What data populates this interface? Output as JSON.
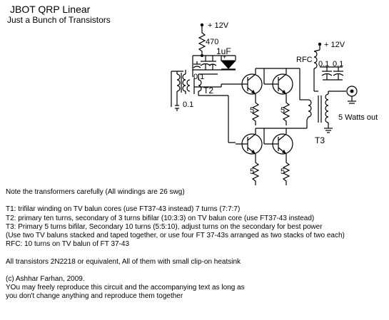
{
  "title": "JBOT QRP Linear",
  "subtitle": "Just a Bunch of Transistors",
  "schematic": {
    "supply_left": "+ 12V",
    "supply_right": "+ 12V",
    "r_supply": "470",
    "cap_1uF": "1uF",
    "label_rfc": "RFC",
    "cap_left_a": "0.1",
    "cap_right_a": "0.1",
    "cap_right_b": "0.1",
    "cap_input": "0.1",
    "label_t2": "T2",
    "label_t3": "T3",
    "emitter_r1": "5",
    "emitter_r2": "5",
    "emitter_r3": "5",
    "emitter_r4": "5",
    "output": "5 Watts out"
  },
  "notes": {
    "line1": " Note the transformers carefully  (All windings are 26 swg)",
    "line2": "T1: trifilar winding on TV balun cores (use FT37-43 instead) 7 turns (7:7:7)",
    "line3": "T2: primary ten turns, secondary of 3 turns bifilar (10:3:3) on TV balun core (use FT37-43 instead)",
    "line4": "T3: Primary 5 turns bifilar, Secondary 10 turns (5:5:10), adjust turns on the secondary for best power",
    "line5": "    (Use two TV baluns stacked and taped together, or use four FT 37-43s arranged as two stacks of two each)",
    "line6": "RFC: 10 turns on TV balun of FT 37-43",
    "line7": "All transistors 2N2218 or equivalent, All of them with small clip-on heatsink",
    "line8": "(c) Ashhar Farhan, 2009.",
    "line9": "YOu may freely reproduce this circuit and the accompanying text as long as",
    "line10": "you don't change anything and reproduce them together"
  }
}
